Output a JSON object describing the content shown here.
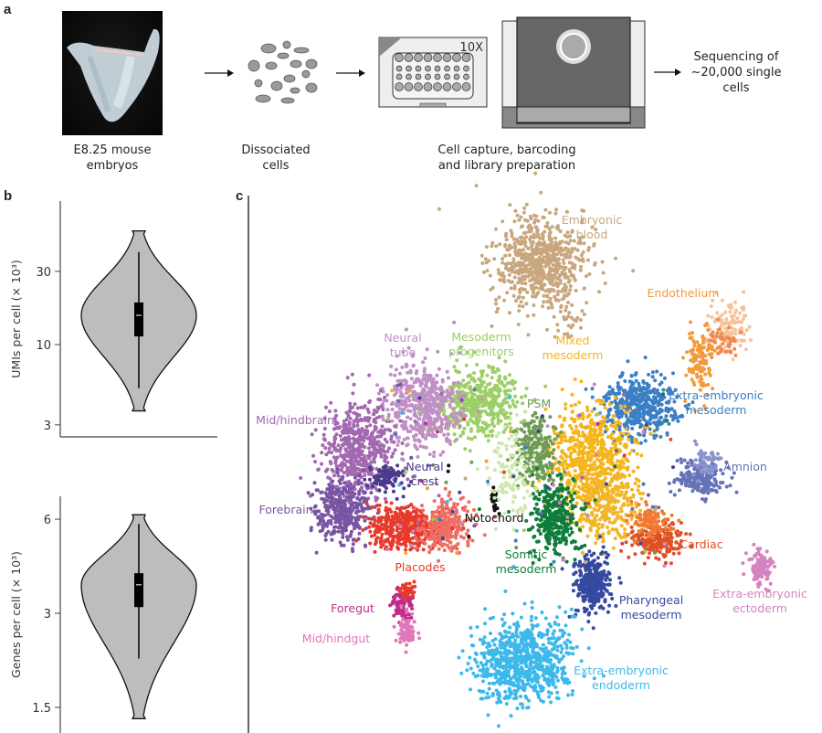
{
  "panel_labels": {
    "a": "a",
    "b": "b",
    "c": "c"
  },
  "workflow": {
    "steps": [
      {
        "caption_line1": "E8.25 mouse",
        "caption_line2": "embryos",
        "icon": "embryo-photo"
      },
      {
        "caption_line1": "Dissociated",
        "caption_line2": "cells",
        "icon": "cells-icon"
      },
      {
        "caption_line1": "Cell capture, barcoding",
        "caption_line2": "and library preparation",
        "icon": "chip-and-instrument"
      },
      {
        "caption_line1": "Sequencing of",
        "caption_line2": "~20,000 single",
        "caption_line3": "cells",
        "icon": "none"
      }
    ],
    "chip_label": "10X"
  },
  "chart_data": [
    {
      "type": "violin",
      "ylabel": "UMIs per cell (× 10³)",
      "yscale": "log",
      "yticks": [
        3,
        10,
        30
      ],
      "ylim": [
        2.6,
        75
      ],
      "summary": {
        "min": 3.7,
        "whisker_low": 5.2,
        "q1": 11.3,
        "median": 15.5,
        "q3": 18.8,
        "whisker_high": 40,
        "max": 55,
        "mode": 15.5
      },
      "fill": "#bdbdbd"
    },
    {
      "type": "violin",
      "ylabel": "Genes per cell (× 10³)",
      "yscale": "log",
      "yticks": [
        1.5,
        3,
        6
      ],
      "ylim": [
        1.3,
        6.4
      ],
      "summary": {
        "min": 1.38,
        "whisker_low": 2.15,
        "q1": 3.14,
        "median": 3.7,
        "q3": 4.03,
        "whisker_high": 5.8,
        "max": 6.2,
        "mode": 3.7
      },
      "fill": "#bdbdbd"
    },
    {
      "type": "scatter",
      "axes": "none",
      "clusters": [
        {
          "name": "Embryonic blood",
          "color": "#c8a77e"
        },
        {
          "name": "Endothelium",
          "color": "#f39a3c"
        },
        {
          "name": "Mixed mesoderm",
          "color": "#f5b51c"
        },
        {
          "name": "Mesoderm progenitors",
          "color": "#9dcf67"
        },
        {
          "name": "Neural tube",
          "color": "#c08fc6"
        },
        {
          "name": "PSM",
          "color": "#6d9a55"
        },
        {
          "name": "Extra-embryonic mesoderm",
          "color": "#3a7fc4"
        },
        {
          "name": "Mid/hindbrain",
          "color": "#a268b0"
        },
        {
          "name": "Neural crest",
          "color": "#4b3a8c"
        },
        {
          "name": "Amnion",
          "color": "#6672b8"
        },
        {
          "name": "Forebrain",
          "color": "#7954a3"
        },
        {
          "name": "Notochord",
          "color": "#111111"
        },
        {
          "name": "Cardiac",
          "color": "#e05026"
        },
        {
          "name": "Placodes",
          "color": "#e83a2c"
        },
        {
          "name": "Somitic mesoderm",
          "color": "#0e7d3a"
        },
        {
          "name": "Pharyngeal mesoderm",
          "color": "#3549a0"
        },
        {
          "name": "Extra-embryonic ectoderm",
          "color": "#d583c0"
        },
        {
          "name": "Foregut",
          "color": "#c02c8d"
        },
        {
          "name": "Mid/hindgut",
          "color": "#e078b8"
        },
        {
          "name": "Extra-embryonic endoderm",
          "color": "#3cb9ea"
        }
      ]
    }
  ]
}
